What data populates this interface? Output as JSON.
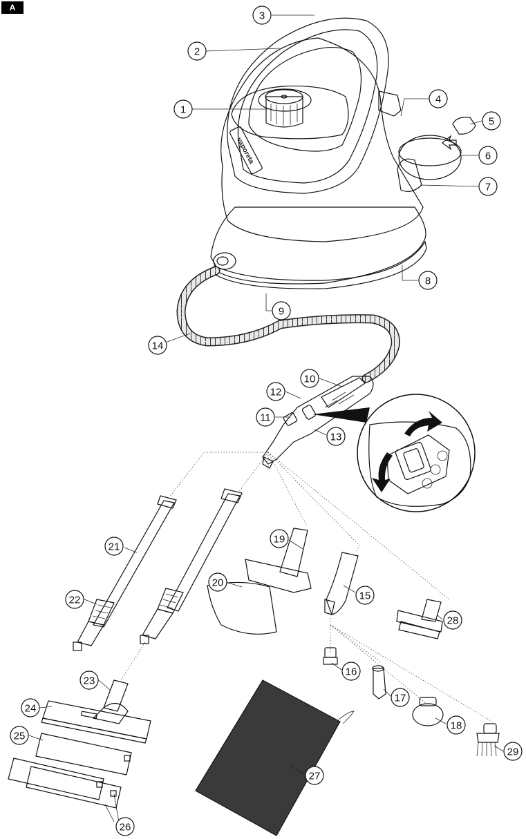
{
  "section_label": "A",
  "callouts": [
    "1",
    "2",
    "3",
    "4",
    "5",
    "6",
    "7",
    "8",
    "9",
    "10",
    "11",
    "12",
    "13",
    "14",
    "15",
    "16",
    "17",
    "18",
    "19",
    "20",
    "21",
    "22",
    "23",
    "24",
    "25",
    "26",
    "27",
    "28",
    "29"
  ],
  "brand_mark": "vaporeta"
}
